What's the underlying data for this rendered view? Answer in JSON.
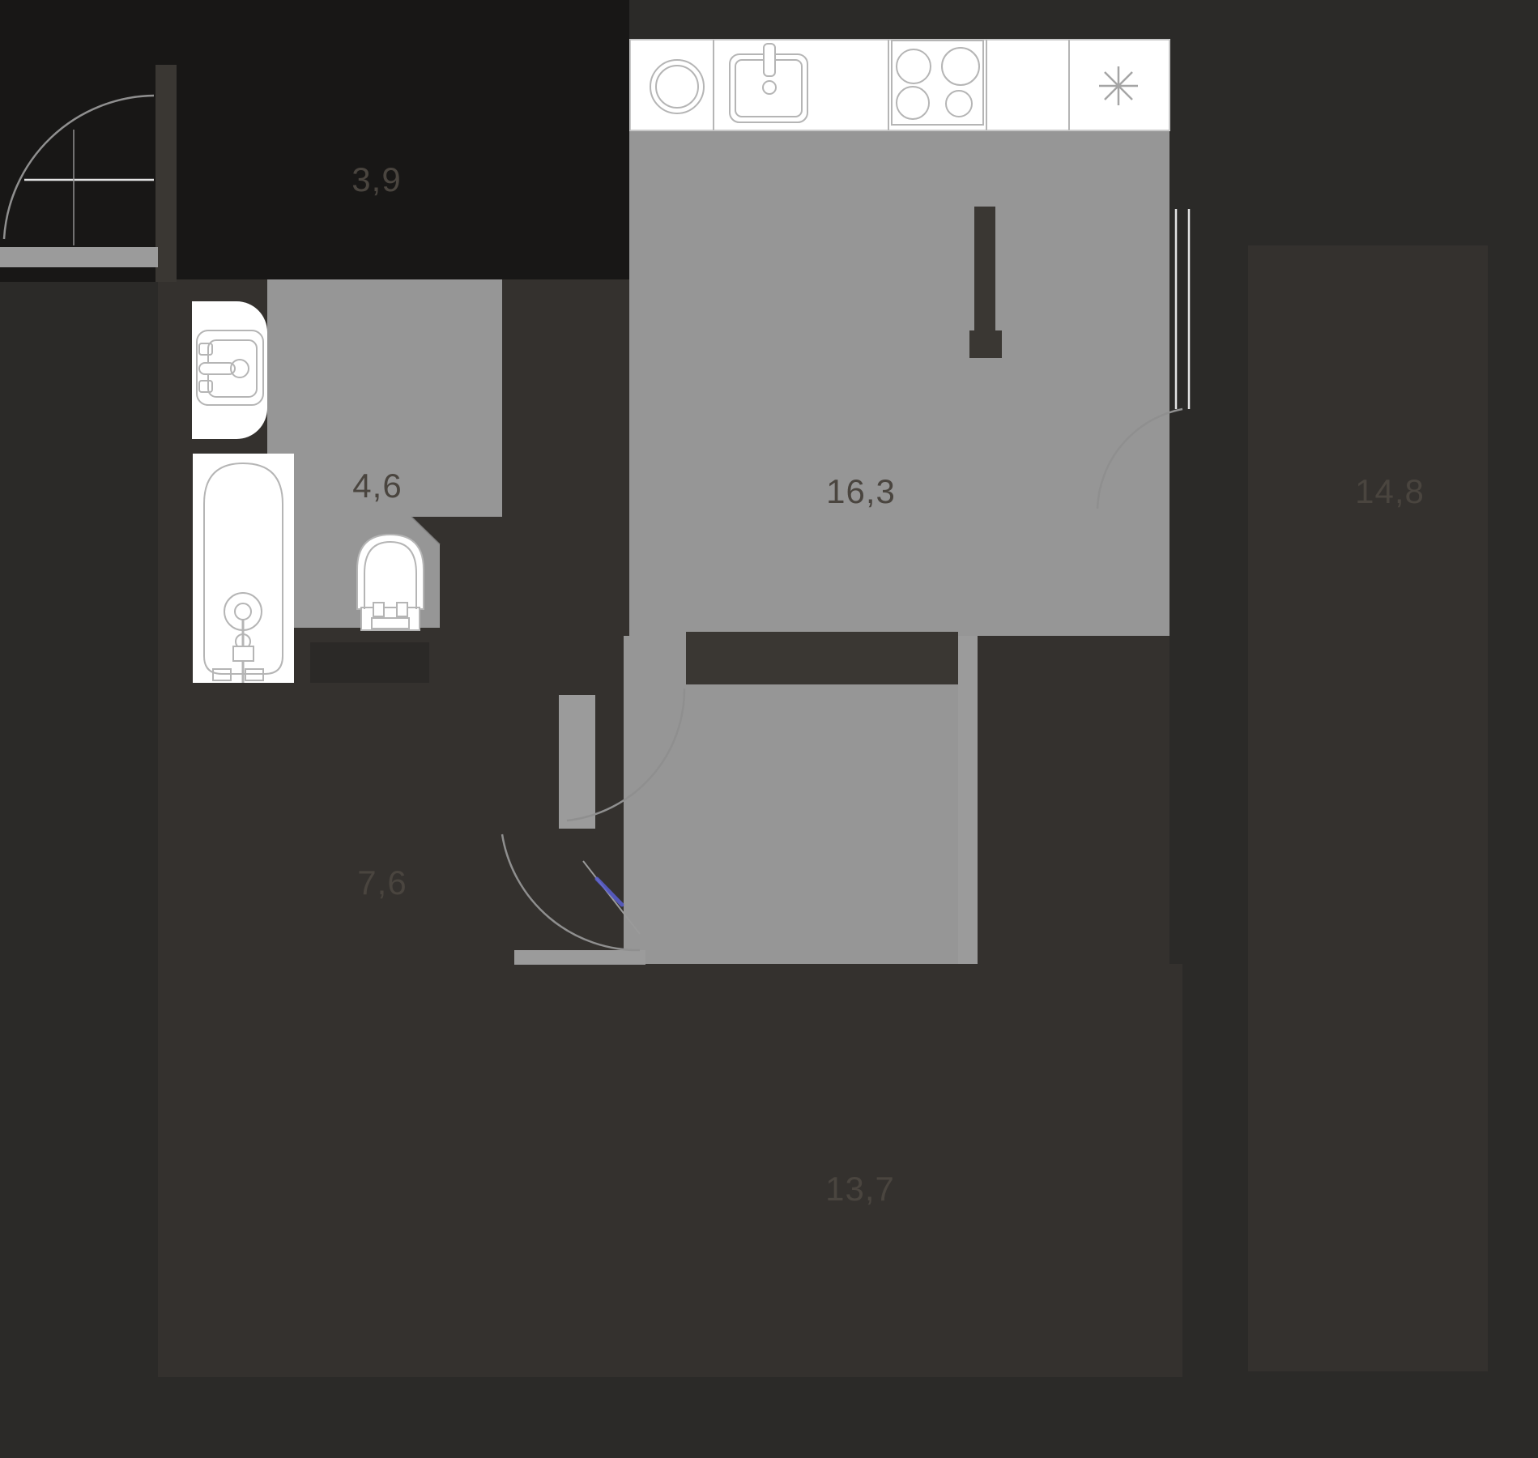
{
  "title": "apartment-floor-plan",
  "colors": {
    "bg_outer": "#2b2a28",
    "bg_corner": "#181716",
    "floor_dark": "#34312e",
    "floor_darker": "#2b2927",
    "room_gray": "#969696",
    "wall_gray": "#9b9b9b",
    "wall_dark": "#3a3733",
    "fixture_white": "#ffffff",
    "fixture_line": "#b5b5b5",
    "label_text": "#4a453f",
    "door_line": "#8f8f8f",
    "leaf_light": "#e3e3e3",
    "accent_blue": "#5b5fd0"
  },
  "rooms": [
    {
      "name": "entry-hall",
      "area": "3,9"
    },
    {
      "name": "bathroom",
      "area": "4,6"
    },
    {
      "name": "kitchen-living-room",
      "area": "16,3"
    },
    {
      "name": "room-right",
      "area": "14,8"
    },
    {
      "name": "hallway",
      "area": "7,6"
    },
    {
      "name": "room-bottom",
      "area": "13,7"
    }
  ],
  "fixtures": {
    "freezer_symbol": "✳",
    "items": [
      "washing-machine",
      "kitchen-sink",
      "stove",
      "freezer",
      "bathroom-sink",
      "bathtub",
      "toilet"
    ]
  }
}
